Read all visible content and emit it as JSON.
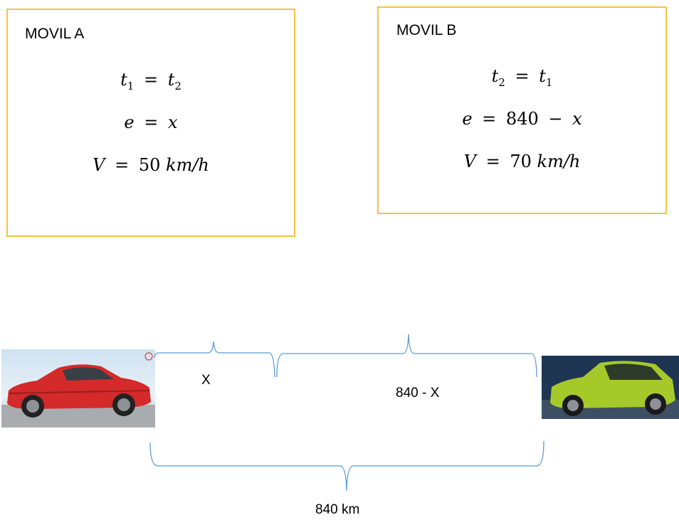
{
  "movil_a": {
    "title": "MOVIL A",
    "eq1": {
      "lhs": "t",
      "lhs_sub": "1",
      "op": "=",
      "rhs": "t",
      "rhs_sub": "2"
    },
    "eq2": {
      "lhs": "e",
      "op": "=",
      "rhs": "x"
    },
    "eq3": {
      "lhs": "V",
      "op": "=",
      "value": "50",
      "unit": "km/h"
    }
  },
  "movil_b": {
    "title": "MOVIL B",
    "eq1": {
      "lhs": "t",
      "lhs_sub": "2",
      "op": "=",
      "rhs": "t",
      "rhs_sub": "1"
    },
    "eq2": {
      "lhs": "e",
      "op": "=",
      "value": "840",
      "minus": "−",
      "rhs": "x"
    },
    "eq3": {
      "lhs": "V",
      "op": "=",
      "value": "70",
      "unit": "km/h"
    }
  },
  "diagram": {
    "segment_a_label": "X",
    "segment_b_label": "840 - X",
    "total_label": "840 km"
  },
  "colors": {
    "box_border": "#f5c342",
    "brace": "#5b9bd5",
    "car_a": "#d42a2a",
    "car_b": "#a6c92a"
  }
}
